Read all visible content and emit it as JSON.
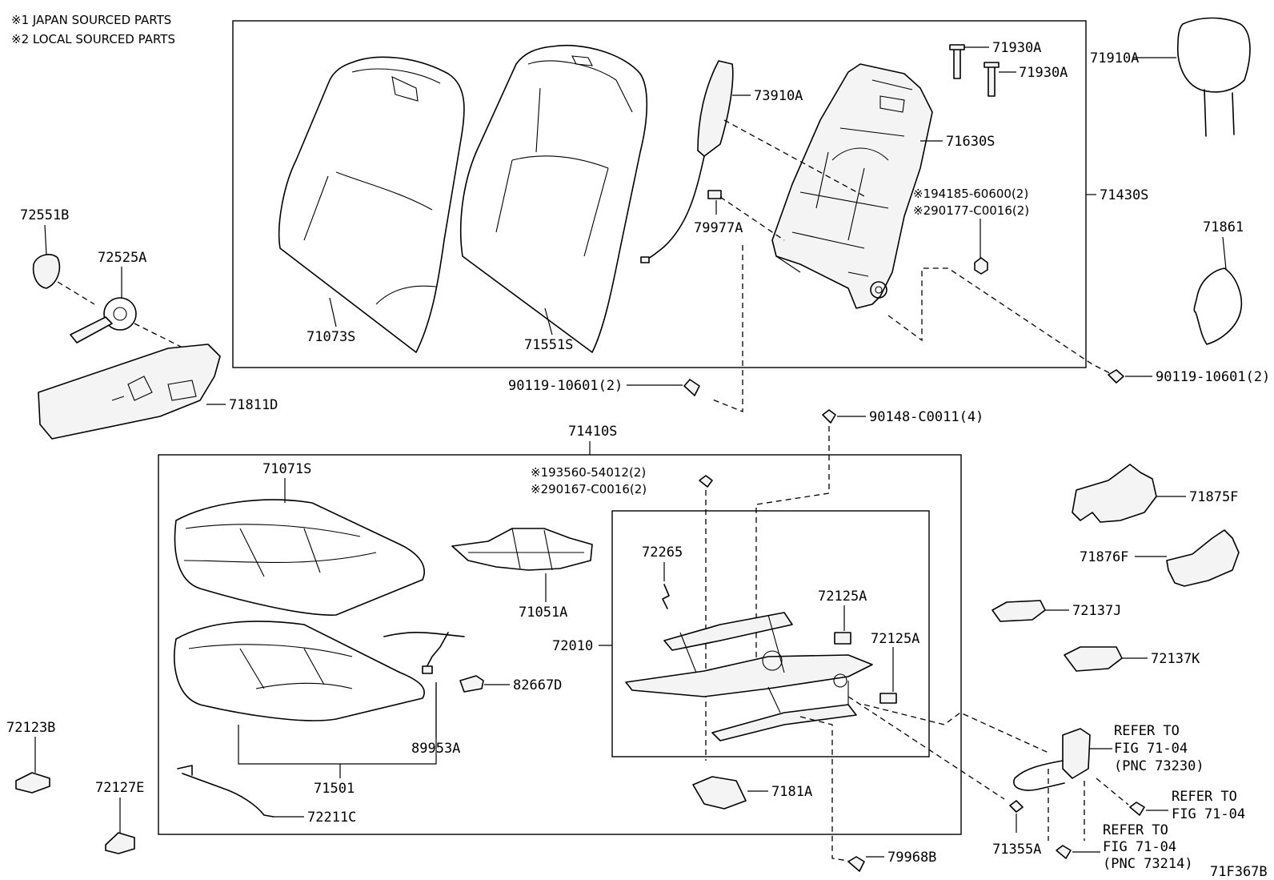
{
  "notes": {
    "japan": "※1 JAPAN SOURCED PARTS",
    "local": "※2 LOCAL SOURCED PARTS"
  },
  "figure_id": "71F367B",
  "parts": {
    "p71930a_1": "71930A",
    "p71930a_2": "71930A",
    "p71910a": "71910A",
    "p73910a": "73910A",
    "p71630s": "71630S",
    "p71430s": "71430S",
    "p94185": "※194185-60600(2)",
    "p90177": "※290177-C0016(2)",
    "p79977a": "79977A",
    "p71073s": "71073S",
    "p71551s": "71551S",
    "p72551b": "72551B",
    "p72525a": "72525A",
    "p71861": "71861",
    "p71811d": "71811D",
    "p90119_l": "90119-10601(2)",
    "p90119_r": "90119-10601(2)",
    "p90148": "90148-C0011(4)",
    "p71410s": "71410S",
    "p93560": "※193560-54012(2)",
    "p90167": "※290167-C0016(2)",
    "p71071s": "71071S",
    "p71051a": "71051A",
    "p72265": "72265",
    "p72125a_1": "72125A",
    "p72125a_2": "72125A",
    "p72010": "72010",
    "p82667d": "82667D",
    "p89953a": "89953A",
    "p71501": "71501",
    "p72211c": "72211C",
    "p7181a": "7181A",
    "p79968b": "79968B",
    "p71355a": "71355A",
    "p71875f": "71875F",
    "p71876f": "71876F",
    "p72137j": "72137J",
    "p72137k": "72137K",
    "p72123b": "72123B",
    "p72127e": "72127E"
  },
  "refs": {
    "r1": [
      "REFER TO",
      "FIG 71-04",
      "(PNC 73230)"
    ],
    "r2": [
      "REFER TO",
      "FIG 71-04"
    ],
    "r3": [
      "REFER TO",
      "FIG 71-04",
      "(PNC 73214)"
    ]
  }
}
